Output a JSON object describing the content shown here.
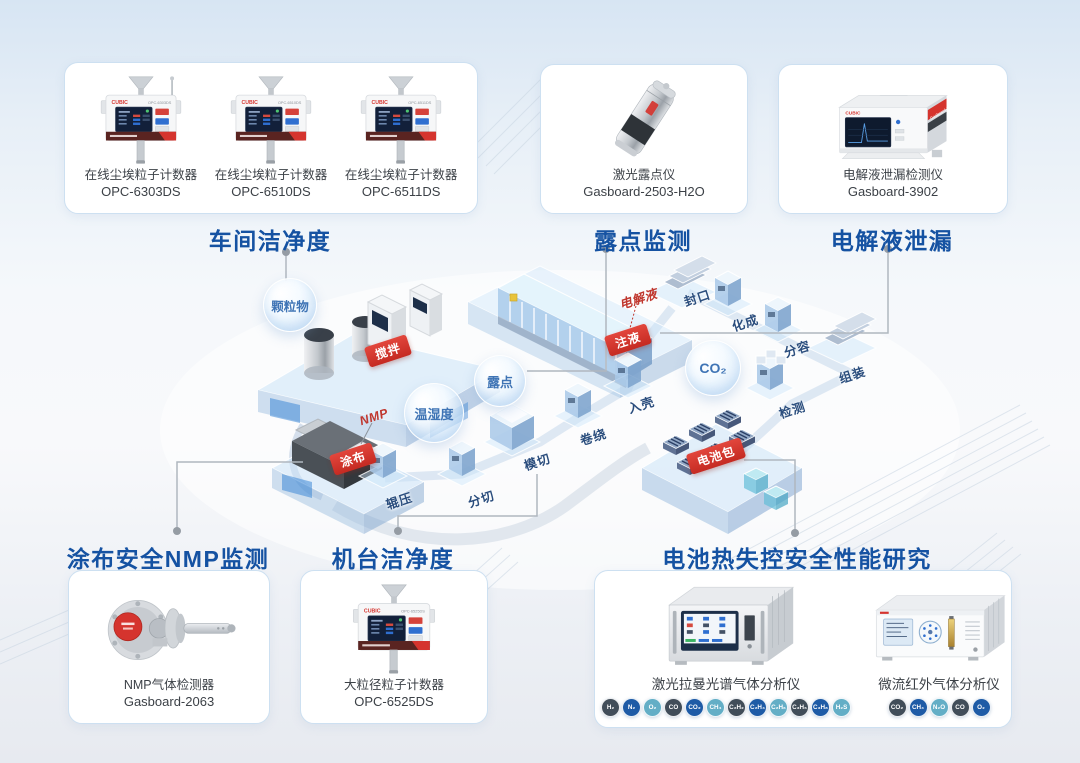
{
  "brand": "CUBIC",
  "colors": {
    "title_blue": "#1552a2",
    "accent_red": "#d5342e",
    "card_border": "#cde0f1",
    "station_label_blue": "#2a4d7d",
    "gas_badge_dark": "#414d59",
    "gas_badge_blue": "#1e5ba6",
    "gas_badge_teal": "#63aec6"
  },
  "cards": {
    "workshop": {
      "title": "车间洁净度",
      "devices": [
        {
          "name": "在线尘埃粒子计数器",
          "model": "OPC-6303DS"
        },
        {
          "name": "在线尘埃粒子计数器",
          "model": "OPC-6510DS"
        },
        {
          "name": "在线尘埃粒子计数器",
          "model": "OPC-6511DS"
        }
      ]
    },
    "dewpoint": {
      "title": "露点监测",
      "device": {
        "name": "激光露点仪",
        "model": "Gasboard-2503-H2O"
      }
    },
    "leak": {
      "title": "电解液泄漏",
      "device": {
        "name": "电解液泄漏检测仪",
        "model": "Gasboard-3902"
      }
    },
    "nmp": {
      "title": "涂布安全NMP监测",
      "device": {
        "name": "NMP气体检测器",
        "model": "Gasboard-2063"
      }
    },
    "machine": {
      "title": "机台洁净度",
      "device": {
        "name": "大粒径粒子计数器",
        "model": "OPC-6525DS"
      }
    },
    "research": {
      "title": "电池热失控安全性能研究",
      "analyzers": [
        {
          "name": "激光拉曼光谱气体分析仪",
          "gases": [
            "H₂",
            "N₂",
            "O₂",
            "CO",
            "CO₂",
            "CH₄",
            "C₂H₂",
            "C₂H₄",
            "C₂H₆",
            "C₃H₆",
            "C₃H₈",
            "H₂S"
          ]
        },
        {
          "name": "微流红外气体分析仪",
          "gases": [
            "CO₂",
            "CH₄",
            "N₂O",
            "CO",
            "O₂"
          ]
        }
      ]
    }
  },
  "scene": {
    "bubbles": {
      "particulate": "颗粒物",
      "temp_humidity": "温湿度",
      "dew_point": "露点",
      "co2": "CO₂"
    },
    "tags": {
      "mixing": "搅拌",
      "coating": "涂布",
      "injection": "注液",
      "battery_pack": "电池包"
    },
    "markers": {
      "nmp": "NMP",
      "electrolyte": "电解液"
    },
    "stations": {
      "rolling": "辊压",
      "slitting": "分切",
      "die_cutting": "模切",
      "winding": "卷绕",
      "casing": "入壳",
      "sealing": "封口",
      "formation": "化成",
      "grading": "分容",
      "assembly": "组装",
      "testing": "检测"
    }
  }
}
